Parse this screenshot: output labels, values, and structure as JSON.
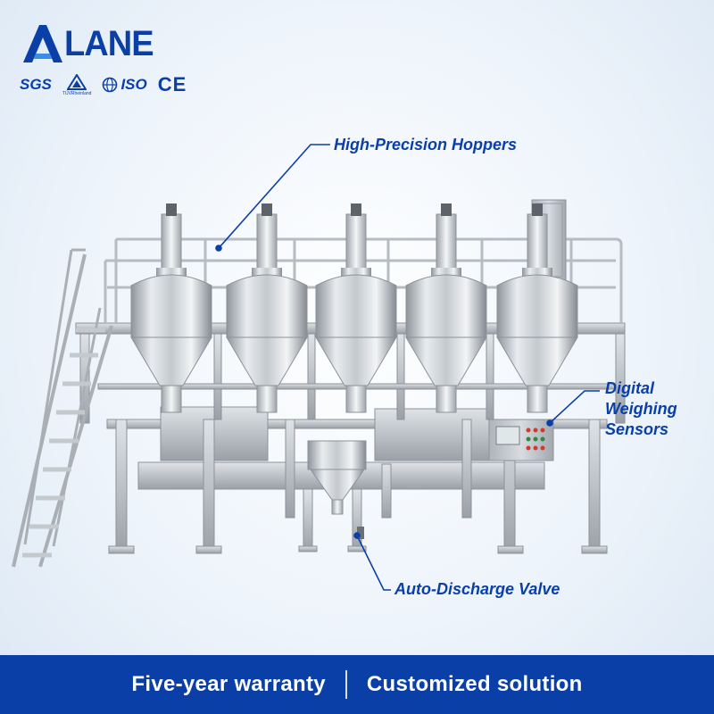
{
  "brand": {
    "name": "LANE"
  },
  "certifications": {
    "sgs": "SGS",
    "tuv": "TÜVRheinland",
    "iso": "ISO",
    "ce": "CE"
  },
  "callouts": {
    "hoppers": "High-Precision Hoppers",
    "sensors_line1": "Digital",
    "sensors_line2": "Weighing",
    "sensors_line3": "Sensors",
    "valve": "Auto-Discharge Valve"
  },
  "banner": {
    "left": "Five-year warranty",
    "right": "Customized solution"
  },
  "colors": {
    "brand_blue": "#0a3fa8",
    "steel": "#c9cdd2",
    "background": "#eef4fb"
  }
}
